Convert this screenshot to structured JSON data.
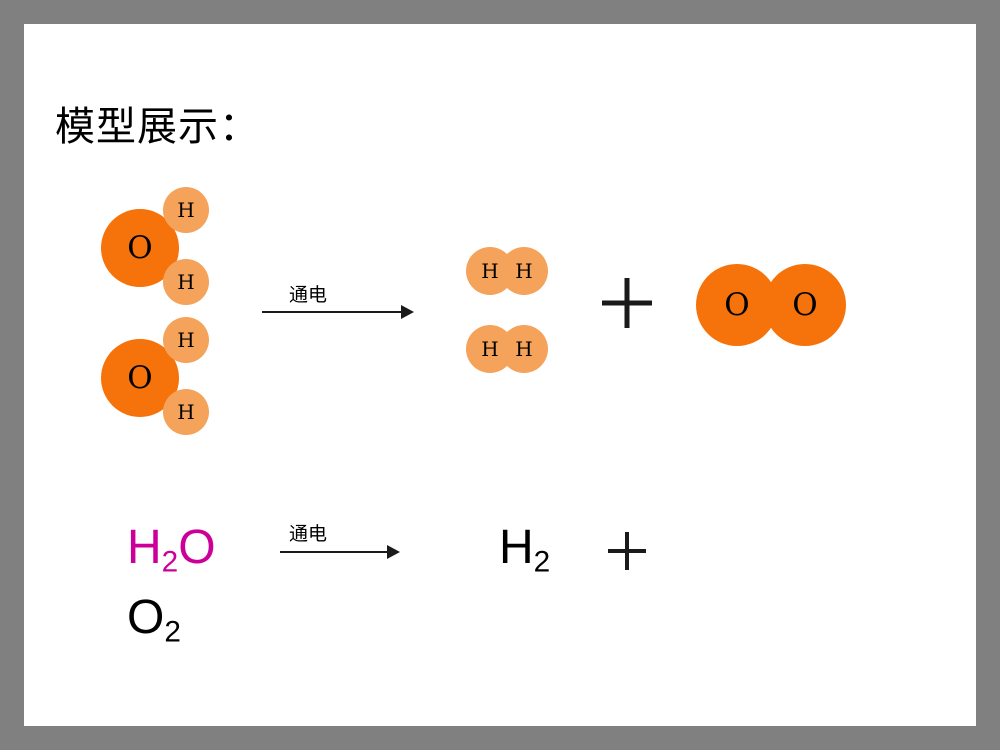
{
  "slide": {
    "title": "模型展示：",
    "background_color": "#FFFFFF",
    "border_color": "#808080"
  },
  "colors": {
    "oxygen_atom": "#F5730A",
    "hydrogen_atom": "#F5A25A",
    "atom_label": "#000000",
    "h2o_formula": "#CC0099",
    "arrow": "#1A1A1A"
  },
  "model_row": {
    "reactants": {
      "label": "water-molecules",
      "molecules": [
        {
          "name": "water-molecule-1",
          "oxygen": {
            "symbol": "O"
          },
          "hydrogens": [
            {
              "symbol": "H"
            },
            {
              "symbol": "H"
            }
          ]
        },
        {
          "name": "water-molecule-2",
          "oxygen": {
            "symbol": "O"
          },
          "hydrogens": [
            {
              "symbol": "H"
            },
            {
              "symbol": "H"
            }
          ]
        }
      ]
    },
    "arrow": {
      "label": "通电"
    },
    "products": {
      "hydrogen_molecules": [
        {
          "name": "hydrogen-molecule-1",
          "atoms": [
            {
              "symbol": "H"
            },
            {
              "symbol": "H"
            }
          ]
        },
        {
          "name": "hydrogen-molecule-2",
          "atoms": [
            {
              "symbol": "H"
            },
            {
              "symbol": "H"
            }
          ]
        }
      ],
      "plus": "+",
      "oxygen_molecule": {
        "name": "oxygen-molecule",
        "atoms": [
          {
            "symbol": "O"
          },
          {
            "symbol": "O"
          }
        ]
      }
    }
  },
  "equation_row": {
    "reactant_formula_main": "H",
    "reactant_formula_sub": "2",
    "reactant_formula_tail": "O",
    "reactant_formula_second_main": "O",
    "reactant_formula_second_sub": "2",
    "arrow": {
      "label": "通电"
    },
    "product_formula_main": "H",
    "product_formula_sub": "2",
    "plus": "+"
  }
}
